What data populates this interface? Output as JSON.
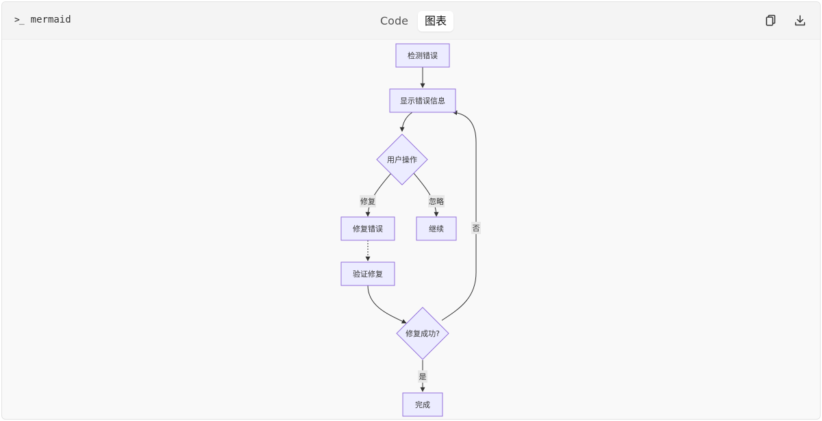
{
  "header": {
    "language_label": "mermaid",
    "tabs": [
      {
        "label": "Code",
        "active": false
      },
      {
        "label": "图表",
        "active": true
      }
    ]
  },
  "icons": {
    "prompt": "terminal-prompt-icon",
    "copy": "copy-icon",
    "download": "download-icon"
  },
  "colors": {
    "node_fill": "#ececff",
    "node_stroke": "#9370db",
    "edge": "#333333",
    "label_bg": "#e8e8e8"
  },
  "diagram": {
    "nodes": {
      "detect": "检测错误",
      "show": "显示错误信息",
      "user_action": "用户操作",
      "fix": "修复错误",
      "continue": "继续",
      "verify": "验证修复",
      "success_check": "修复成功?",
      "done": "完成"
    },
    "edge_labels": {
      "fix": "修复",
      "ignore": "忽略",
      "no": "否",
      "yes": "是"
    }
  }
}
